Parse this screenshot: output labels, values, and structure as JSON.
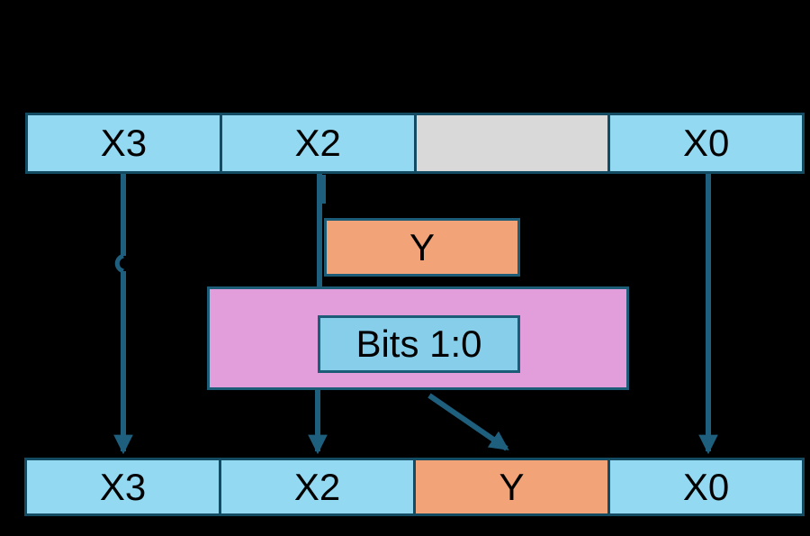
{
  "top_row": {
    "cells": [
      {
        "label": "X3",
        "fill": "blue"
      },
      {
        "label": "X2",
        "fill": "blue"
      },
      {
        "label": "",
        "fill": "gray"
      },
      {
        "label": "X0",
        "fill": "blue"
      }
    ]
  },
  "y_box": {
    "label": "Y",
    "fill": "orange"
  },
  "panel": {
    "fill": "pink"
  },
  "bits_box": {
    "label": "Bits 1:0",
    "fill": "bits"
  },
  "bottom_row": {
    "cells": [
      {
        "label": "X3",
        "fill": "blue"
      },
      {
        "label": "X2",
        "fill": "blue"
      },
      {
        "label": "Y",
        "fill": "orange"
      },
      {
        "label": "X0",
        "fill": "blue"
      }
    ]
  },
  "colors": {
    "cell_blue": "#94D9F2",
    "cell_gray": "#D9D9D9",
    "cell_orange": "#F2A478",
    "bits_blue": "#87CEEA",
    "panel_pink": "#E29EDB",
    "box_border": "#1D5C77",
    "row_border": "#134B63",
    "arrow": "#1F5F7E",
    "background": "#000000",
    "text": "#000000"
  }
}
